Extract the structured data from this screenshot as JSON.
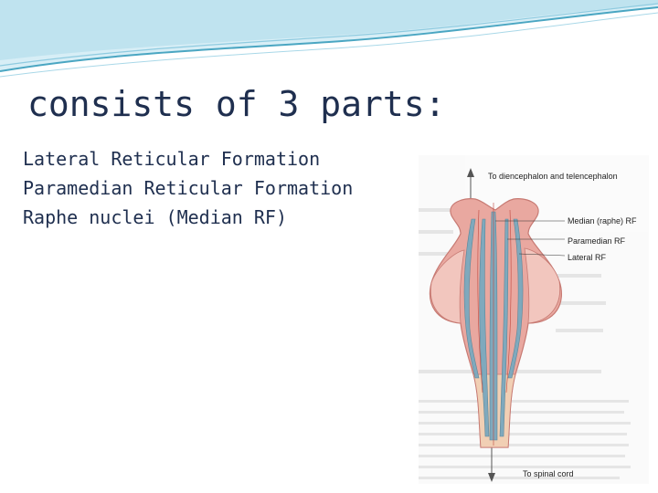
{
  "slide": {
    "title": "consists of 3 parts:",
    "bullets": [
      "Lateral Reticular Formation",
      "Paramedian Reticular Formation",
      "Raphe nuclei (Median RF)"
    ]
  },
  "figure": {
    "labels": {
      "top": "To diencephalon and telencephalon",
      "median": "Median (raphe) RF",
      "paramedian": "Paramedian RF",
      "lateral": "Lateral RF",
      "bottom": "To spinal cord"
    }
  },
  "colors": {
    "title_text": "#1f2f4f",
    "wave_light": "#cfeaf3",
    "wave_dark": "#4aa6c2",
    "brainstem_fill": "#e9a8a0",
    "brainstem_stroke": "#c77a73",
    "core_fill": "#7fa9bd"
  }
}
